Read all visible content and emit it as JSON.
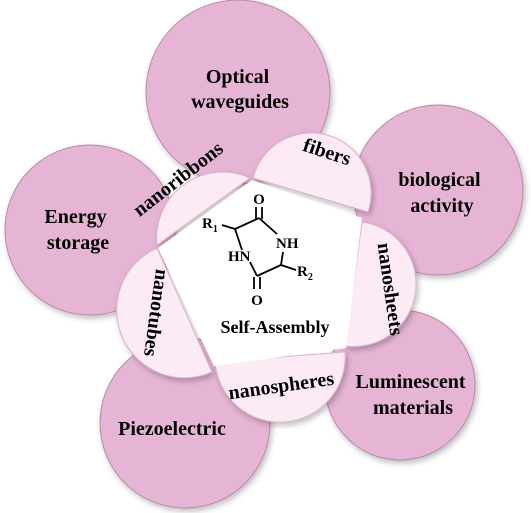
{
  "outer_petals": [
    {
      "lines": [
        "Optical",
        "waveguides"
      ]
    },
    {
      "lines": [
        "biological",
        "activity"
      ]
    },
    {
      "lines": [
        "Luminescent",
        "materials"
      ]
    },
    {
      "lines": [
        "Piezoelectric"
      ]
    },
    {
      "lines": [
        "Energy",
        "storage"
      ]
    }
  ],
  "inner_lobes": [
    {
      "label": "fibers"
    },
    {
      "label": "nanosheets"
    },
    {
      "label": "nanospheres"
    },
    {
      "label": "nanotubes"
    },
    {
      "label": "nanoribbons"
    }
  ],
  "center": {
    "label": "Self-Assembly",
    "molecule": {
      "atoms": {
        "o_top": "O",
        "o_bottom": "O",
        "nh_right": "NH",
        "hn_left": "HN"
      },
      "r1": {
        "letter": "R",
        "sub": "1"
      },
      "r2": {
        "letter": "R",
        "sub": "2"
      }
    }
  },
  "colors": {
    "outer_fill": "#e6b4d5",
    "outer_stroke": "#b98aa8",
    "inner_fill": "#fcebf5",
    "inner_stroke": "#d8b2c8",
    "center_fill": "#ffffff"
  }
}
